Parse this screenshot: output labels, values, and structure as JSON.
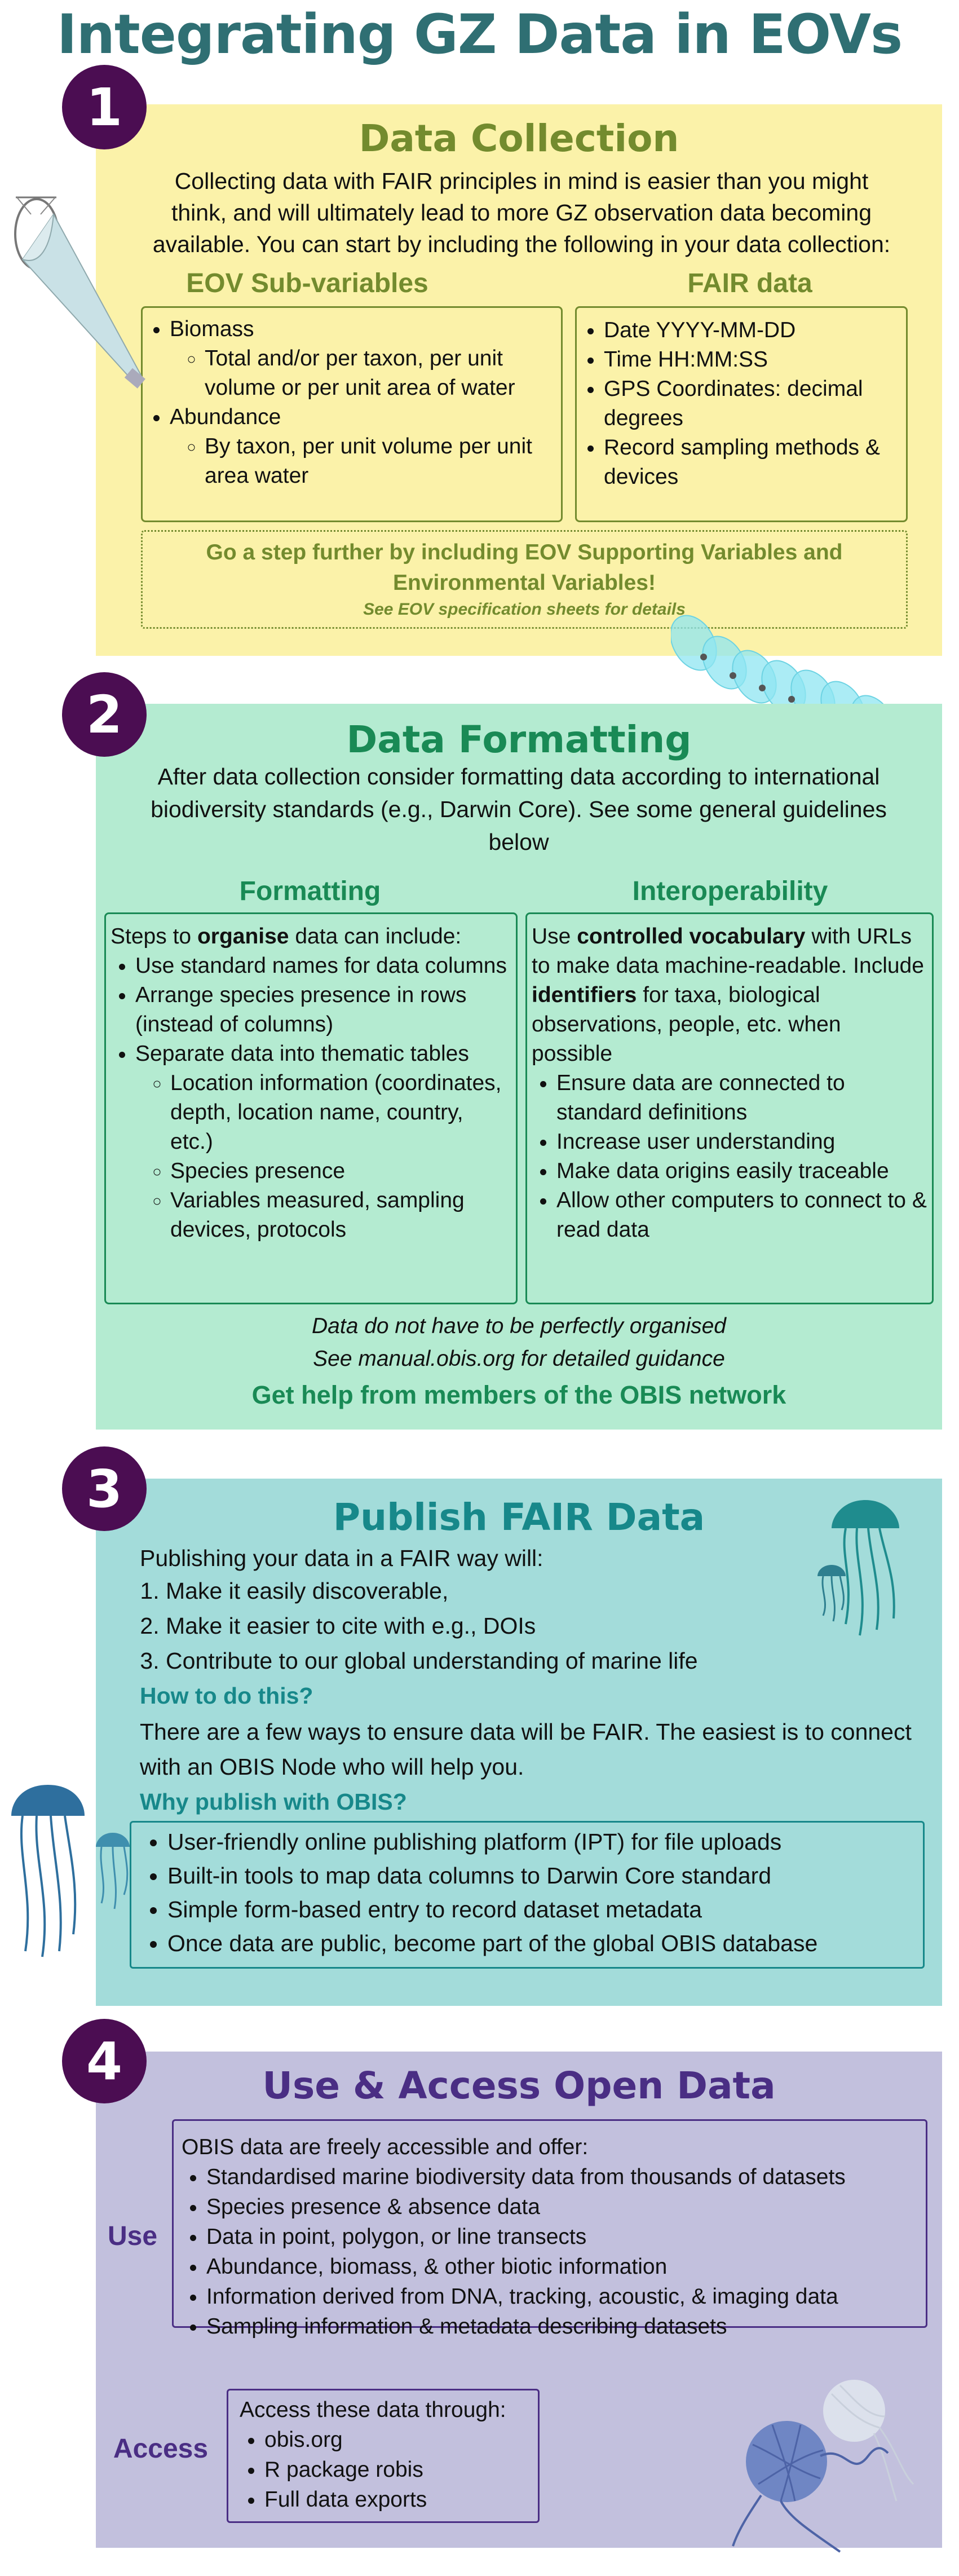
{
  "title": "Integrating GZ Data in EOVs",
  "colors": {
    "title": "#2f6f73",
    "badge": "#4b0d52",
    "panel1_bg": "#fbf2a9",
    "panel1_accent": "#738b2e",
    "panel2_bg": "#b4ebd1",
    "panel2_accent": "#198a55",
    "panel3_bg": "#a3dcda",
    "panel3_accent": "#17888a",
    "panel4_bg": "#c2c0dd",
    "panel4_accent": "#4a2e84"
  },
  "s1": {
    "badge": "1",
    "heading": "Data Collection",
    "intro": "Collecting data with FAIR principles in mind is easier than you might think, and will ultimately lead to more GZ observation data becoming available. You can start by including the following in your data collection:",
    "eov_heading": "EOV Sub-variables",
    "fair_heading": "FAIR data",
    "eov": {
      "biomass": "Biomass",
      "biomass_sub": "Total and/or per taxon, per unit volume or per unit area of water",
      "abundance": "Abundance",
      "abundance_sub": "By taxon, per unit volume per unit area water"
    },
    "fair_items": [
      "Date YYYY-MM-DD",
      "Time HH:MM:SS",
      "GPS Coordinates: decimal degrees",
      "Record sampling methods & devices"
    ],
    "further_line1": "Go a step further by including EOV Supporting Variables and",
    "further_line2": "Environmental Variables!",
    "further_note": "See EOV specification sheets for details"
  },
  "s2": {
    "badge": "2",
    "heading": "Data Formatting",
    "intro": "After data collection consider formatting data according to international biodiversity standards (e.g., Darwin Core). See some general guidelines below",
    "formatting_heading": "Formatting",
    "interop_heading": "Interoperability",
    "formatting": {
      "lead_pre": "Steps to ",
      "lead_bold": "organise",
      "lead_post": " data can include:",
      "items": [
        "Use standard names for data columns",
        "Arrange species presence in rows (instead of columns)",
        "Separate data into thematic tables"
      ],
      "sub_items": [
        "Location information (coordinates, depth, location name, country, etc.)",
        "Species presence",
        "Variables measured, sampling devices, protocols"
      ]
    },
    "interop": {
      "p1": "Use ",
      "b1": "controlled vocabulary",
      "p2": " with URLs to make data machine-readable. Include ",
      "b2": "identifiers",
      "p3": " for taxa, biological observations, people, etc. when possible",
      "items": [
        "Ensure data are connected to standard definitions",
        "Increase user understanding",
        "Make data origins easily traceable",
        "Allow other computers to connect to & read data"
      ]
    },
    "note1": "Data do not have to be perfectly organised",
    "note2": "See manual.obis.org for detailed guidance",
    "help": "Get help from members of the OBIS network"
  },
  "s3": {
    "badge": "3",
    "heading": "Publish FAIR Data",
    "lead": "Publishing your data in a FAIR way will:",
    "list": [
      "Make it easily discoverable,",
      "Make it easier to cite with e.g., DOIs",
      "Contribute to our global understanding of marine life"
    ],
    "how_heading": "How to do this?",
    "how_text": "There are a few ways to ensure data will be FAIR. The easiest is to connect with an OBIS Node who will help you.",
    "why_heading": "Why publish with OBIS?",
    "why_items": [
      "User-friendly online publishing platform (IPT) for file uploads",
      "Built-in tools to map data columns to Darwin Core standard",
      "Simple form-based entry to record dataset metadata",
      "Once data are public, become part of the global OBIS database"
    ]
  },
  "s4": {
    "badge": "4",
    "heading": "Use & Access Open Data",
    "use_label": "Use",
    "access_label": "Access",
    "use_lead": "OBIS data are freely accessible and offer:",
    "use_items": [
      "Standardised marine biodiversity data from thousands of datasets",
      "Species presence & absence data",
      "Data in point, polygon, or line transects",
      "Abundance, biomass, & other biotic information",
      "Information derived from DNA, tracking, acoustic, & imaging data",
      "Sampling information & metadata describing datasets"
    ],
    "access_lead": "Access these data through:",
    "access_items": [
      "obis.org",
      "R package robis",
      "Full data exports"
    ]
  }
}
